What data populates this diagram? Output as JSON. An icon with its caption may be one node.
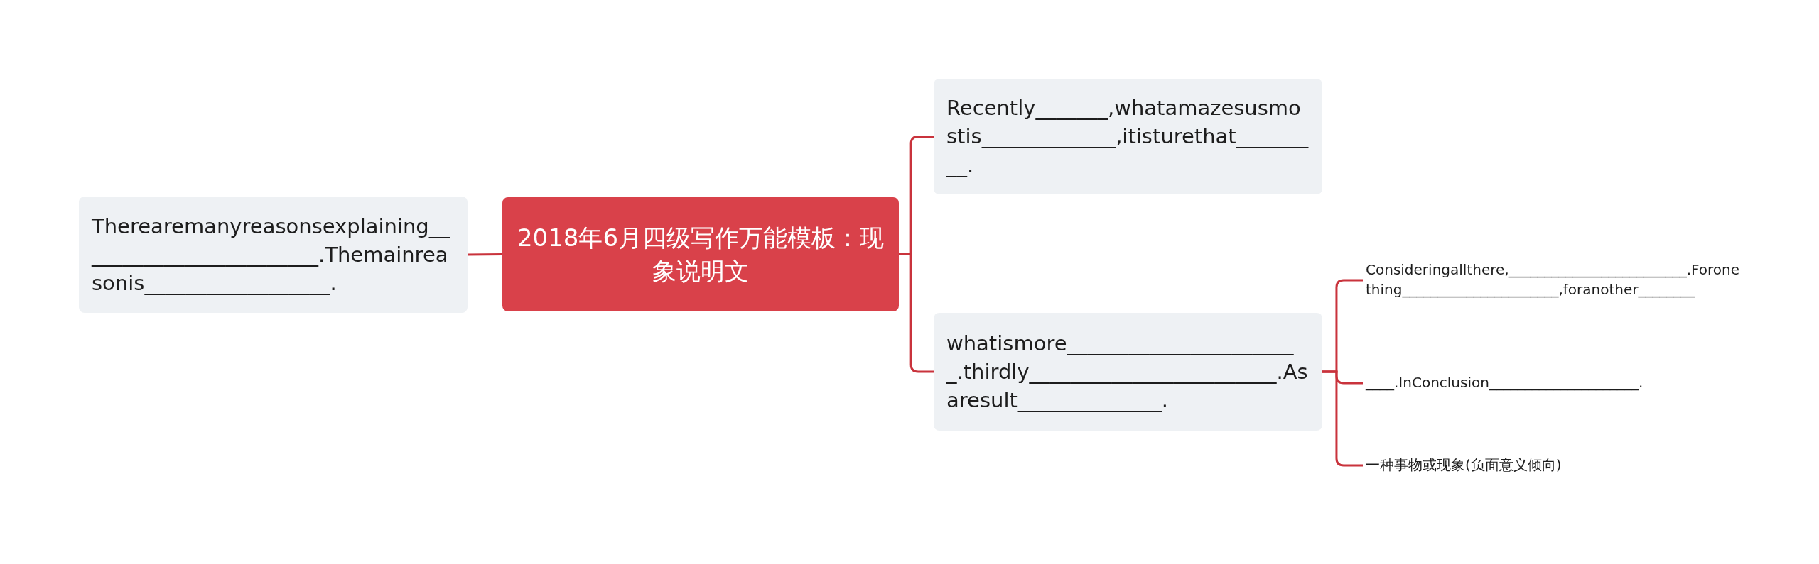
{
  "diagram": {
    "nodes": [
      {
        "text": [
          "2018年6月四级写作万能模板：现象说明文"
        ]
      },
      {
        "text": [
          "Therearemanyreasonsexplaining________________________.Themainreasonis__________________."
        ]
      },
      {
        "text": [
          "Recently_______,whatamazesusmostis_____________,itisturethat_________."
        ]
      },
      {
        "text": [
          "whatismore_______________________.thirdly________________________.Asaresult______________."
        ]
      },
      {
        "text": [
          "Consideringallthere,_________________________.Foronething______________________,foranother________"
        ]
      },
      {
        "text": [
          "____.InConclusion_____________________."
        ]
      },
      {
        "text": [
          "一种事物或现象(负面意义倾向)"
        ]
      }
    ],
    "edges": [
      {
        "from": 0,
        "to": 1,
        "arrow": "none"
      },
      {
        "from": 0,
        "to": 2,
        "arrow": "none"
      },
      {
        "from": 0,
        "to": 3,
        "arrow": "none"
      },
      {
        "from": 3,
        "to": 4,
        "arrow": "none"
      },
      {
        "from": 3,
        "to": 5,
        "arrow": "none"
      },
      {
        "from": 3,
        "to": 6,
        "arrow": "none"
      }
    ]
  }
}
